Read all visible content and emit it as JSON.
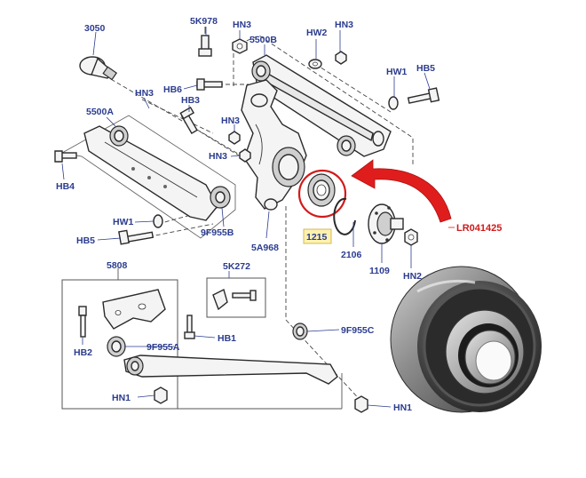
{
  "labels": {
    "l3050": "3050",
    "l5K978": "5K978",
    "lHN3a": "HN3",
    "l5500B": "5500B",
    "lHW2": "HW2",
    "lHN3b": "HN3",
    "lHW1a": "HW1",
    "lHB5a": "HB5",
    "lHB6": "HB6",
    "l5500A": "5500A",
    "lHB3": "HB3",
    "lHN3c": "HN3",
    "lHN3d": "HN3",
    "lHB4": "HB4",
    "lHW1b": "HW1",
    "lHB5b": "HB5",
    "l9F955B": "9F955B",
    "l5A968": "5A968",
    "l1215": "1215",
    "l2106": "2106",
    "l1109": "1109",
    "lHN2": "HN2",
    "lLR": "LR041425",
    "l5808": "5808",
    "l5K272": "5K272",
    "lHB2": "HB2",
    "l9F955A": "9F955A",
    "lHB1": "HB1",
    "l9F955C": "9F955C",
    "lHN1a": "HN1",
    "lHN1b": "HN1"
  },
  "colors": {
    "label": "#2b3c8f",
    "callout": "#d21a1a",
    "highlight": "#fff2b0"
  },
  "icons": {
    "arrow": "red-curved-arrow-icon",
    "bearing": "wheel-bearing-photo"
  }
}
